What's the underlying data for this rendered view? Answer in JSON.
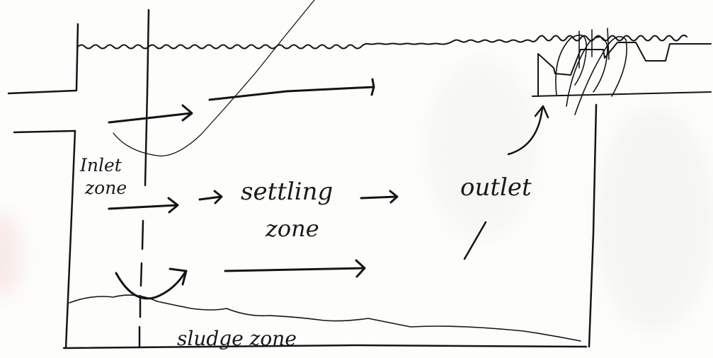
{
  "labels": {
    "inlet_line1": "Inlet",
    "inlet_line2": "zone",
    "settling_line1": "settling",
    "settling_line2": "zone",
    "outlet": "outlet",
    "sludge": "sludge zone"
  },
  "colors": {
    "ink": "#141414",
    "paper": "#fdfdfb"
  }
}
